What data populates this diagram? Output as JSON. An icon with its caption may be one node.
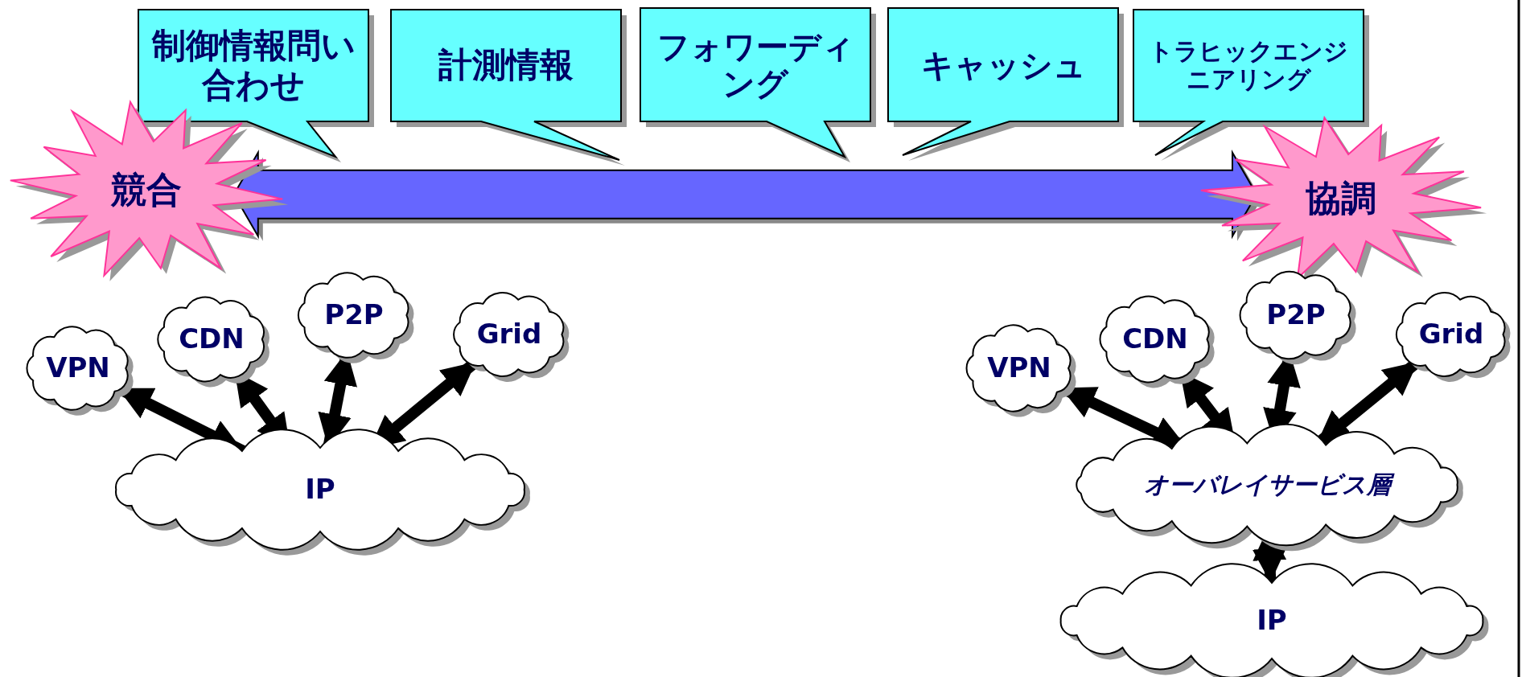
{
  "diagram": {
    "nodes": [
      {
        "text": [
          "制御情報問い合わせ"
        ]
      },
      {
        "text": [
          "計測情報"
        ]
      },
      {
        "text": [
          "フォワーディング"
        ]
      },
      {
        "text": [
          "キャッシュ"
        ]
      },
      {
        "text": [
          "トラヒックエンジニアリング"
        ]
      },
      {
        "text": [
          "競合"
        ]
      },
      {
        "text": [
          "協調"
        ]
      },
      {
        "text": [
          "VPN"
        ]
      },
      {
        "text": [
          "CDN"
        ]
      },
      {
        "text": [
          "P2P"
        ]
      },
      {
        "text": [
          "Grid"
        ]
      },
      {
        "text": [
          "IP"
        ]
      },
      {
        "text": [
          "VPN"
        ]
      },
      {
        "text": [
          "CDN"
        ]
      },
      {
        "text": [
          "P2P"
        ]
      },
      {
        "text": [
          "Grid"
        ]
      },
      {
        "text": [
          "オーバレイサービス層"
        ]
      },
      {
        "text": [
          "IP"
        ]
      }
    ],
    "edges": [
      {
        "from": 5,
        "to": 6,
        "arrow": "both",
        "style": "thick",
        "color": "#6666ff"
      },
      {
        "from": 7,
        "to": 11,
        "arrow": "both"
      },
      {
        "from": 8,
        "to": 11,
        "arrow": "both"
      },
      {
        "from": 9,
        "to": 11,
        "arrow": "both"
      },
      {
        "from": 10,
        "to": 11,
        "arrow": "both"
      },
      {
        "from": 12,
        "to": 16,
        "arrow": "both"
      },
      {
        "from": 13,
        "to": 16,
        "arrow": "both"
      },
      {
        "from": 14,
        "to": 16,
        "arrow": "both"
      },
      {
        "from": 15,
        "to": 16,
        "arrow": "both"
      },
      {
        "from": 16,
        "to": 17,
        "arrow": "both"
      }
    ]
  }
}
